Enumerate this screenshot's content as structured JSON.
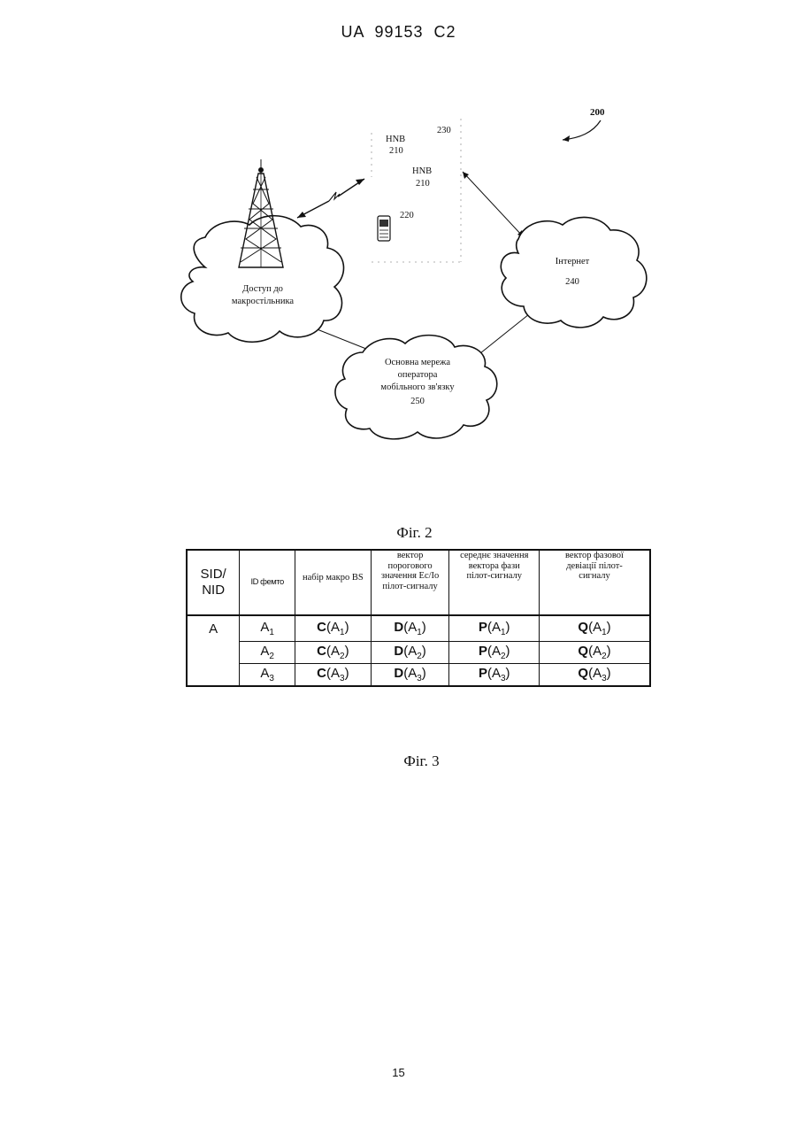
{
  "header": {
    "patent_number": "UA   99153   C2"
  },
  "figure2": {
    "ref_200": "200",
    "ref_230": "230",
    "hnb_1": "HNB",
    "hnb_1_num": "210",
    "hnb_2": "HNB",
    "hnb_2_num": "210",
    "ref_220": "220",
    "macro_cloud_line1": "Доступ до",
    "macro_cloud_line2": "макростільника",
    "internet_label": "Інтернет",
    "internet_num": "240",
    "core_line1": "Основна мережа",
    "core_line2": "оператора",
    "core_line3": "мобільного зв'язку",
    "core_num": "250",
    "caption": "Фіг. 2"
  },
  "table": {
    "headers": {
      "sid_line1": "SID/",
      "sid_line2": "NID",
      "femto_id": "ID фемто",
      "macro_bs": "набір макро BS",
      "threshold_l1": "вектор",
      "threshold_l2": "порогового",
      "threshold_l3": "значення Ec/Io",
      "threshold_l4": "пілот-сигналу",
      "mean_l1": "середнє значення",
      "mean_l2": "вектора фази",
      "mean_l3": "пілот-сигналу",
      "dev_l1": "вектор фазової",
      "dev_l2": "девіації пілот-",
      "dev_l3": "сигналу"
    },
    "sid_value": "A",
    "rows": [
      {
        "id": "A",
        "sub": "1",
        "c": "C",
        "d": "D",
        "p": "P",
        "q": "Q"
      },
      {
        "id": "A",
        "sub": "2",
        "c": "C",
        "d": "D",
        "p": "P",
        "q": "Q"
      },
      {
        "id": "A",
        "sub": "3",
        "c": "C",
        "d": "D",
        "p": "P",
        "q": "Q"
      }
    ]
  },
  "figure3": {
    "caption": "Фіг. 3"
  },
  "page_number": "15"
}
